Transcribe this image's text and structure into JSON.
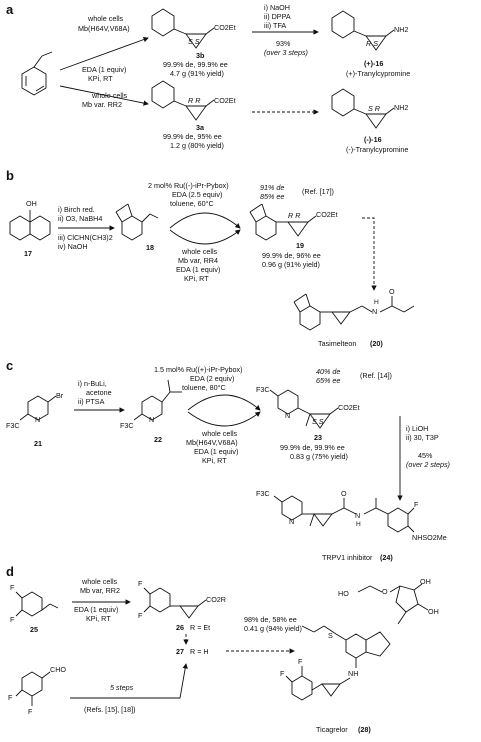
{
  "panels": {
    "a": {
      "label": "a",
      "cond_top": [
        "whole cells",
        "Mb(H64V,V68A)"
      ],
      "cond_mid": [
        "EDA (1 equiv)",
        "KPi, RT"
      ],
      "cond_bot": [
        "whole cells",
        "Mb var. RR2"
      ],
      "p3b": {
        "num": "3b",
        "group": "CO2Et",
        "stereo": "S S",
        "yield1": "99.9% de, 99.9% ee",
        "yield2": "4.7 g (91% yield)"
      },
      "p3a": {
        "num": "3a",
        "group": "CO2Et",
        "stereo": "R R",
        "yield1": "99.9% de, 95% ee",
        "yield2": "1.2 g (80% yield)"
      },
      "steps": [
        "i) NaOH",
        "ii) DPPA",
        "iii) TFA"
      ],
      "steps_yield": [
        "93%",
        "(over 3 steps)"
      ],
      "plus": {
        "num": "(+)-16",
        "stereo": "R S",
        "group": "NH2",
        "name": "(+)-Tranylcypromine"
      },
      "minus": {
        "num": "(-)-16",
        "stereo": "S R",
        "group": "NH2",
        "name": "(-)-Tranylcypromine"
      }
    },
    "b": {
      "label": "b",
      "sm": "17",
      "steps": [
        "i) Birch red.",
        "ii) O3, NaBH4",
        "iii) ClCHN(CH3)2",
        "iv) NaOH"
      ],
      "int": "18",
      "cond_top": [
        "2 mol% Ru((-)-iPr-Pybox)",
        "EDA (2.5 equiv)",
        "toluene, 60°C"
      ],
      "cond_bot": [
        "whole cells",
        "Mb var, RR4",
        "EDA (1 equiv)",
        "KPi, RT"
      ],
      "ru_result": [
        "91% de",
        "85% ee"
      ],
      "ref": "(Ref. [17])",
      "prod": {
        "num": "19",
        "stereo": "R R",
        "group": "CO2Et",
        "yield1": "99.9% de, 96% ee",
        "yield2": "0.96 g (91% yield)"
      },
      "final": "Tasimelteon",
      "final_num": "(20)"
    },
    "c": {
      "label": "c",
      "sm": "21",
      "steps": [
        "i) n-BuLi,",
        "acetone",
        "ii) PTSA"
      ],
      "int": "22",
      "cond_top": [
        "1.5 mol% Ru((+)-iPr-Pybox)",
        "EDA (2 equiv)",
        "toluene, 80°C"
      ],
      "cond_bot": [
        "whole cells",
        "Mb(H64V,V68A)",
        "EDA (1 equiv)",
        "KPi, RT"
      ],
      "ru_result": [
        "40% de",
        "65% ee"
      ],
      "ref": "(Ref. [14])",
      "prod": {
        "num": "23",
        "stereo": "S S",
        "group": "CO2Et",
        "yield1": "99.9% de, 99.9% ee",
        "yield2": "0.83 g (75% yield)"
      },
      "steps2": [
        "i) LiOH",
        "ii) 30, T3P"
      ],
      "steps2_yield": [
        "45%",
        "(over 2 steps)"
      ],
      "final": "TRPV1 inhibitor",
      "final_num": "(24)",
      "sub": {
        "cf3": "F3C",
        "br": "Br",
        "f": "F",
        "nhso2me": "NHSO2Me",
        "n": "N",
        "h": "H"
      }
    },
    "d": {
      "label": "d",
      "sm": "25",
      "cond": [
        "whole cells",
        "Mb var, RR2",
        "EDA (1 equiv)",
        "KPi, RT"
      ],
      "p26": {
        "num": "26",
        "rtext": "R = Et",
        "group": "CO2R",
        "yield1": "98% de, 58% ee",
        "yield2": "0.41 g (94% yield)"
      },
      "p27": {
        "num": "27",
        "rtext": "R = H"
      },
      "cho": "CHO",
      "steps": "5 steps",
      "refs": "(Refs. [15], [18])",
      "final": "Ticagrelor",
      "final_num": "(28)",
      "sub": {
        "f": "F",
        "ho": "HO",
        "oh": "OH",
        "s": "S",
        "nh": "NH",
        "o": "O"
      }
    }
  }
}
